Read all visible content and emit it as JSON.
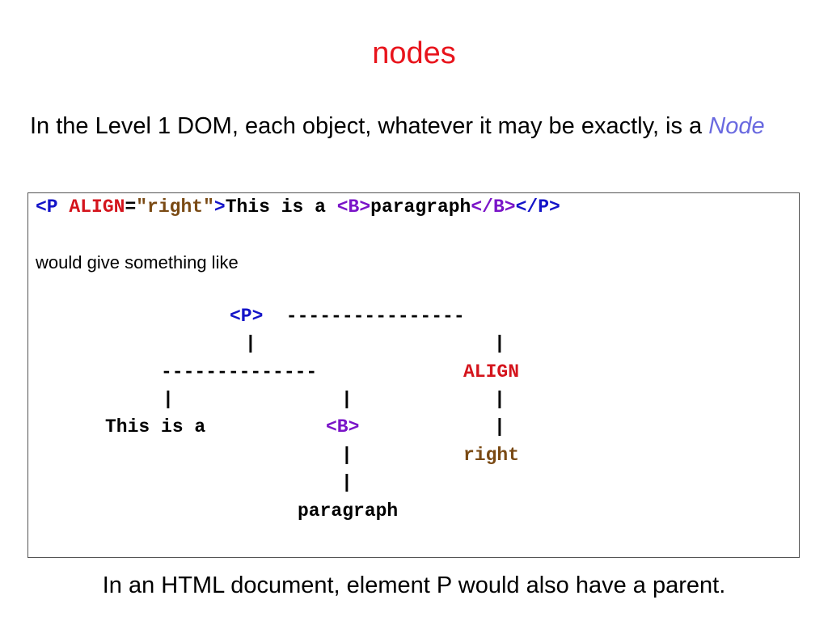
{
  "slide": {
    "title": "nodes",
    "intro_text": "In the Level 1 DOM, each object, whatever it may be exactly, is a ",
    "intro_emphasis": "Node",
    "footer": "In an HTML document, element P would also have a parent."
  },
  "code_box": {
    "code_line": {
      "open_tag_start": "<P ",
      "attr_name": "ALIGN",
      "equals": "=",
      "attr_value": "\"right\"",
      "open_tag_end": ">",
      "text_before": "This is a ",
      "b_open": "<B>",
      "b_text": "paragraph",
      "b_close": "</B>",
      "p_close": "</P>"
    },
    "description": "would give something like",
    "tree": {
      "root_tag": "<P>",
      "root_connector": " ----------------",
      "pipe": "|",
      "branch": "--------------",
      "align_node": "ALIGN",
      "text_node": "This is a",
      "b_node": "<B>",
      "right_node": "right",
      "paragraph_node": "paragraph"
    }
  },
  "colors": {
    "title": "#e8141c",
    "tag": "#1414c8",
    "attribute": "#d4141c",
    "value": "#7a4a14",
    "b_tag": "#7a14c8",
    "node_emphasis": "#6a6ae0"
  }
}
